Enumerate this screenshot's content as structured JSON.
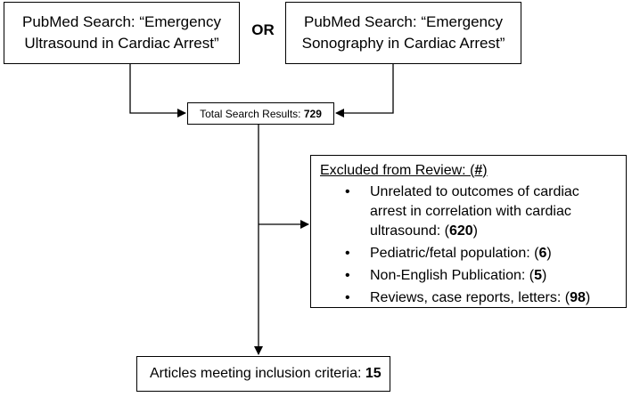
{
  "search_box_1": {
    "line1": "PubMed Search: “Emergency",
    "line2": "Ultrasound in Cardiac Arrest”"
  },
  "or_label": "OR",
  "search_box_2": {
    "line1": "PubMed Search: “Emergency",
    "line2": "Sonography in Cardiac Arrest”"
  },
  "total_results": {
    "label": "Total Search Results: ",
    "count": "729"
  },
  "excluded": {
    "heading_label": "Excluded from Review: (",
    "heading_mark": "#",
    "heading_close": ")",
    "items": [
      {
        "text": "Unrelated to outcomes of cardiac arrest in correlation with cardiac ultrasound: (",
        "count": "620",
        "close": ")"
      },
      {
        "text": "Pediatric/fetal population: (",
        "count": "6",
        "close": ")"
      },
      {
        "text": "Non-English Publication: (",
        "count": "5",
        "close": ")"
      },
      {
        "text": "Reviews, case reports, letters: (",
        "count": "98",
        "close": ")"
      }
    ]
  },
  "included": {
    "label": "Articles meeting inclusion criteria: ",
    "count": "15"
  }
}
